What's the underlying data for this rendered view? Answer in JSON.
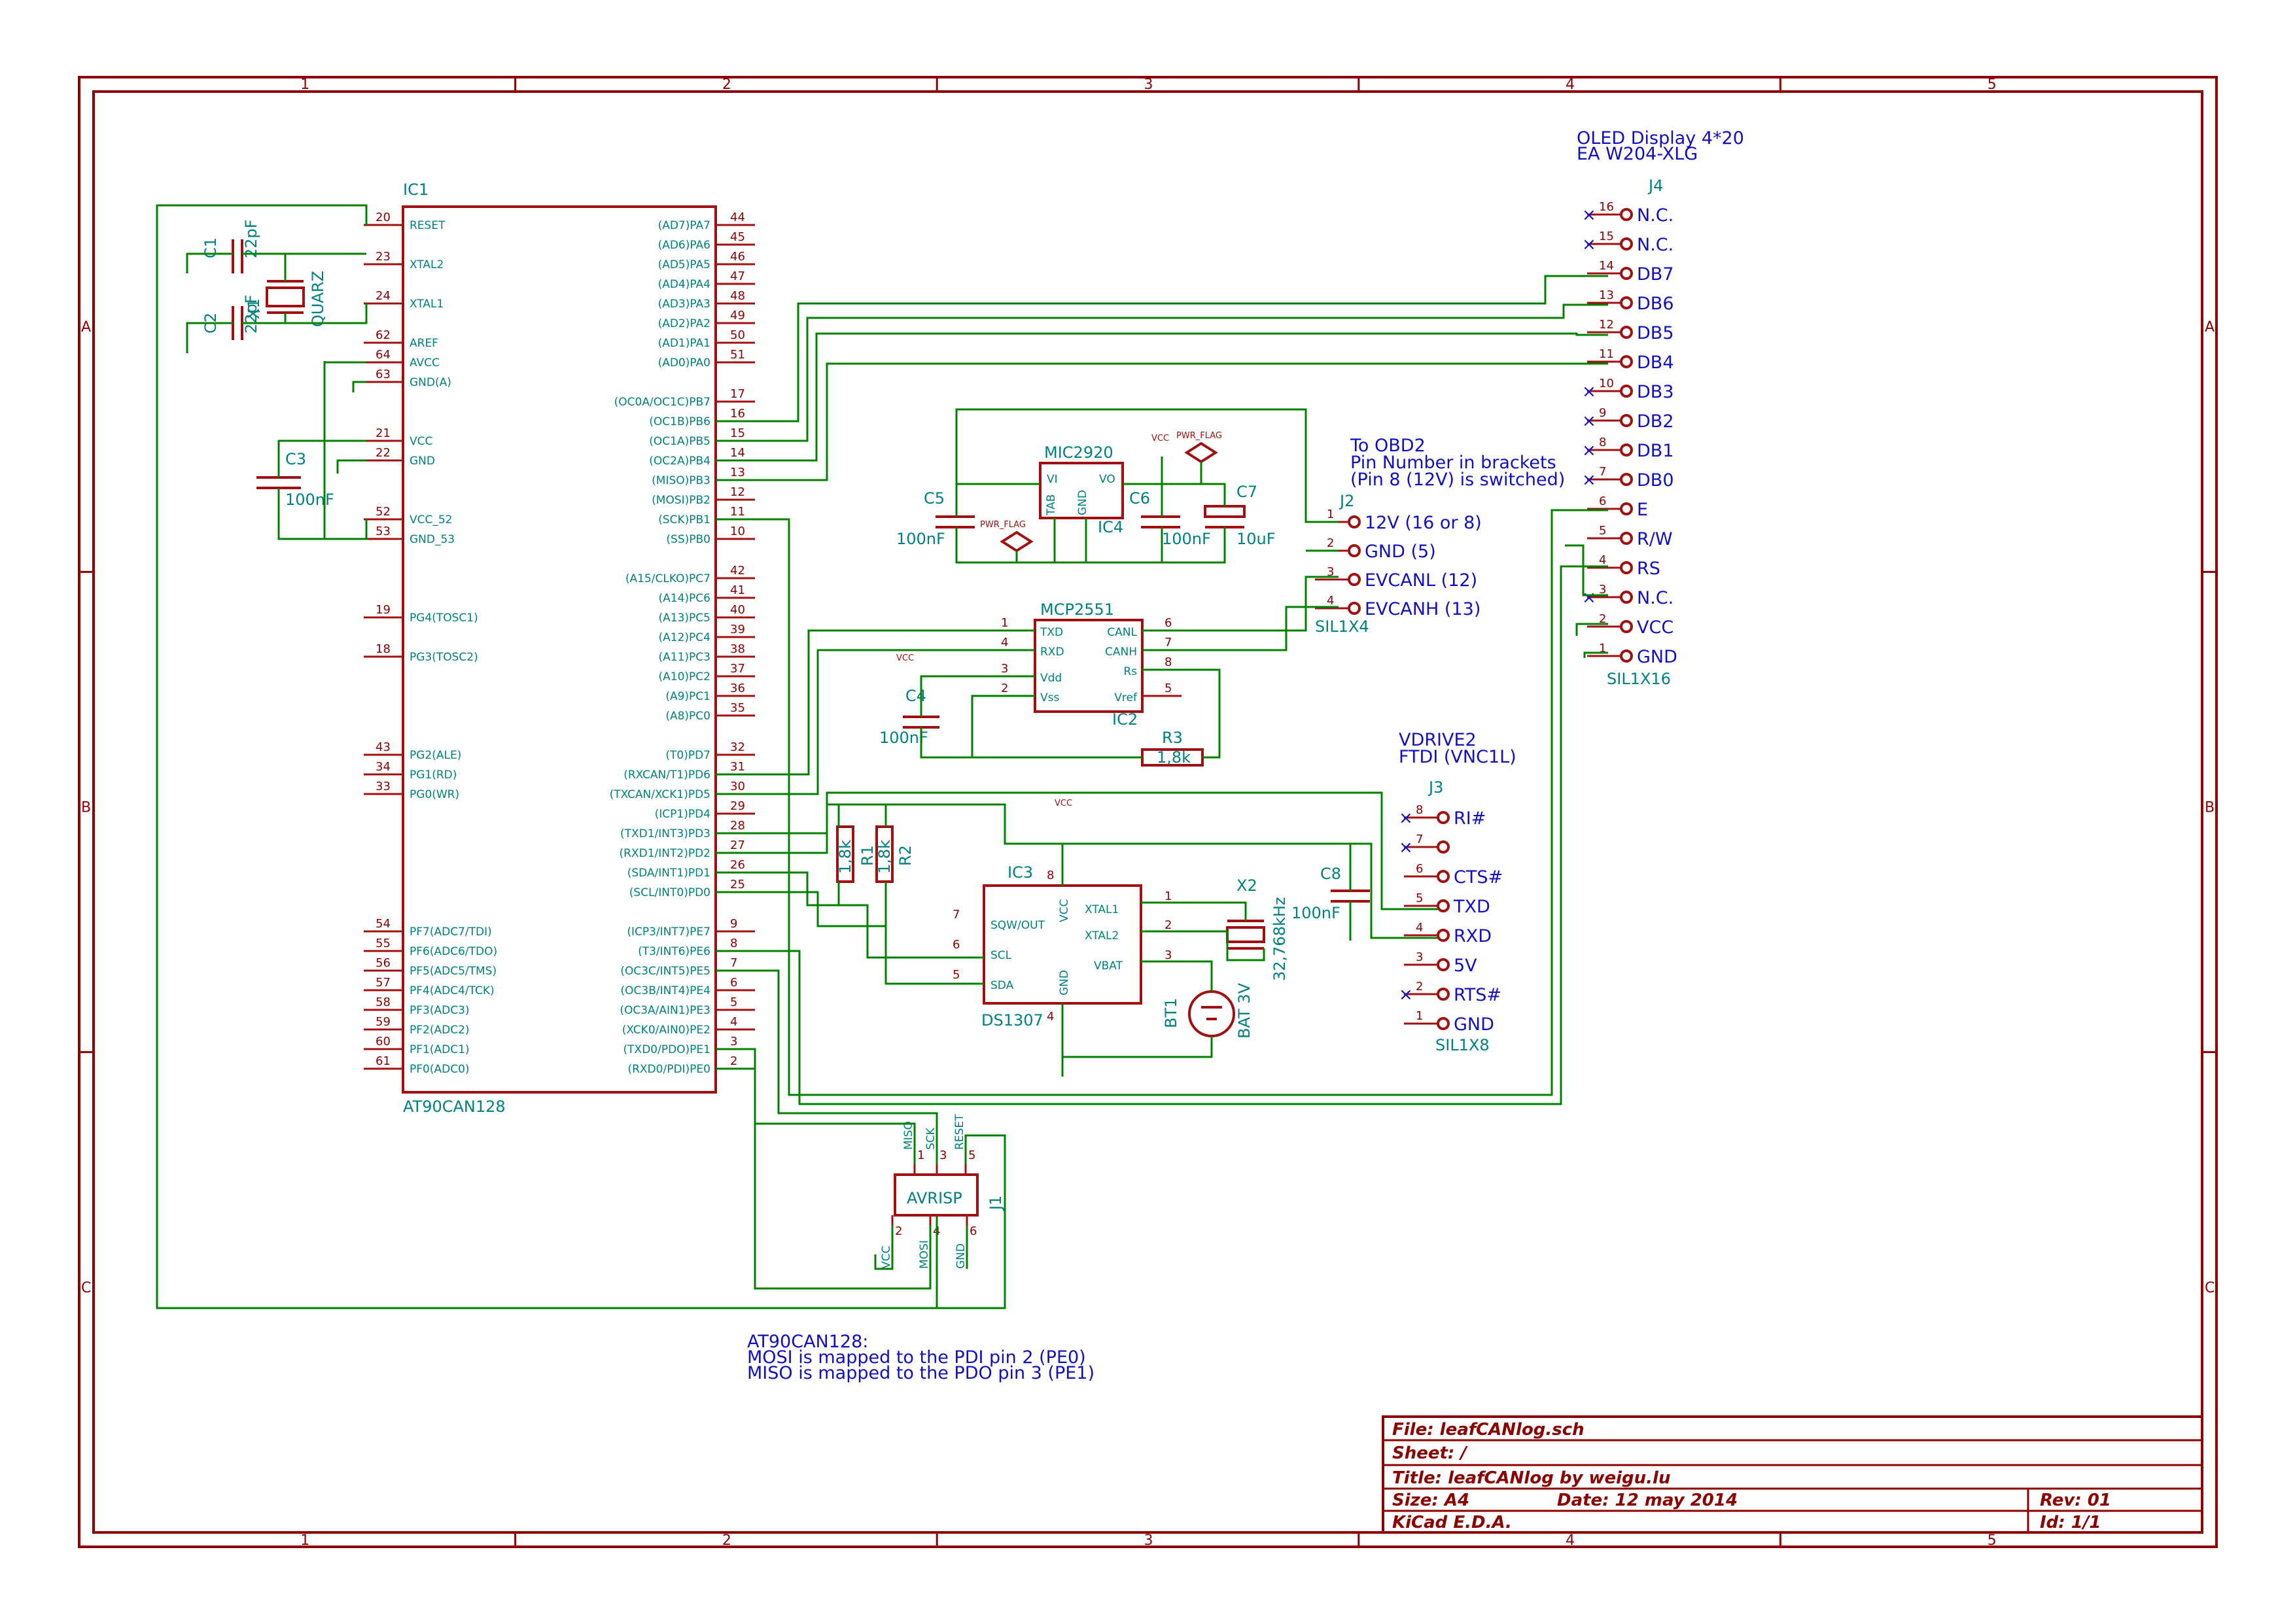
{
  "sheet": {
    "zones_top": [
      "1",
      "2",
      "3",
      "4",
      "5"
    ],
    "zones_side": [
      "A",
      "B",
      "C"
    ],
    "colors": {
      "frame": "#8b0000",
      "symbol": "#a01010",
      "wire": "#008000",
      "pin_label": "#008080",
      "note": "#1010c0"
    }
  },
  "ic1": {
    "ref": "IC1",
    "value": "AT90CAN128",
    "left_pins": [
      {
        "num": "20",
        "name": "RESET"
      },
      {
        "num": "23",
        "name": "XTAL2"
      },
      {
        "num": "24",
        "name": "XTAL1"
      },
      {
        "num": "62",
        "name": "AREF"
      },
      {
        "num": "64",
        "name": "AVCC"
      },
      {
        "num": "63",
        "name": "GND(A)"
      },
      {
        "num": "21",
        "name": "VCC"
      },
      {
        "num": "22",
        "name": "GND"
      },
      {
        "num": "52",
        "name": "VCC_52"
      },
      {
        "num": "53",
        "name": "GND_53"
      },
      {
        "num": "19",
        "name": "PG4(TOSC1)"
      },
      {
        "num": "18",
        "name": "PG3(TOSC2)"
      },
      {
        "num": "43",
        "name": "PG2(ALE)"
      },
      {
        "num": "34",
        "name": "PG1(RD)"
      },
      {
        "num": "33",
        "name": "PG0(WR)"
      },
      {
        "num": "54",
        "name": "PF7(ADC7/TDI)"
      },
      {
        "num": "55",
        "name": "PF6(ADC6/TDO)"
      },
      {
        "num": "56",
        "name": "PF5(ADC5/TMS)"
      },
      {
        "num": "57",
        "name": "PF4(ADC4/TCK)"
      },
      {
        "num": "58",
        "name": "PF3(ADC3)"
      },
      {
        "num": "59",
        "name": "PF2(ADC2)"
      },
      {
        "num": "60",
        "name": "PF1(ADC1)"
      },
      {
        "num": "61",
        "name": "PF0(ADC0)"
      }
    ],
    "right_pins": [
      {
        "num": "44",
        "name": "(AD7)PA7"
      },
      {
        "num": "45",
        "name": "(AD6)PA6"
      },
      {
        "num": "46",
        "name": "(AD5)PA5"
      },
      {
        "num": "47",
        "name": "(AD4)PA4"
      },
      {
        "num": "48",
        "name": "(AD3)PA3"
      },
      {
        "num": "49",
        "name": "(AD2)PA2"
      },
      {
        "num": "50",
        "name": "(AD1)PA1"
      },
      {
        "num": "51",
        "name": "(AD0)PA0"
      },
      {
        "num": "17",
        "name": "(OC0A/OC1C)PB7"
      },
      {
        "num": "16",
        "name": "(OC1B)PB6"
      },
      {
        "num": "15",
        "name": "(OC1A)PB5"
      },
      {
        "num": "14",
        "name": "(OC2A)PB4"
      },
      {
        "num": "13",
        "name": "(MISO)PB3"
      },
      {
        "num": "12",
        "name": "(MOSI)PB2"
      },
      {
        "num": "11",
        "name": "(SCK)PB1"
      },
      {
        "num": "10",
        "name": "(SS)PB0"
      },
      {
        "num": "42",
        "name": "(A15/CLKO)PC7"
      },
      {
        "num": "41",
        "name": "(A14)PC6"
      },
      {
        "num": "40",
        "name": "(A13)PC5"
      },
      {
        "num": "39",
        "name": "(A12)PC4"
      },
      {
        "num": "38",
        "name": "(A11)PC3"
      },
      {
        "num": "37",
        "name": "(A10)PC2"
      },
      {
        "num": "36",
        "name": "(A9)PC1"
      },
      {
        "num": "35",
        "name": "(A8)PC0"
      },
      {
        "num": "32",
        "name": "(T0)PD7"
      },
      {
        "num": "31",
        "name": "(RXCAN/T1)PD6"
      },
      {
        "num": "30",
        "name": "(TXCAN/XCK1)PD5"
      },
      {
        "num": "29",
        "name": "(ICP1)PD4"
      },
      {
        "num": "28",
        "name": "(TXD1/INT3)PD3"
      },
      {
        "num": "27",
        "name": "(RXD1/INT2)PD2"
      },
      {
        "num": "26",
        "name": "(SDA/INT1)PD1"
      },
      {
        "num": "25",
        "name": "(SCL/INT0)PD0"
      },
      {
        "num": "9",
        "name": "(ICP3/INT7)PE7"
      },
      {
        "num": "8",
        "name": "(T3/INT6)PE6"
      },
      {
        "num": "7",
        "name": "(OC3C/INT5)PE5"
      },
      {
        "num": "6",
        "name": "(OC3B/INT4)PE4"
      },
      {
        "num": "5",
        "name": "(OC3A/AIN1)PE3"
      },
      {
        "num": "4",
        "name": "(XCK0/AIN0)PE2"
      },
      {
        "num": "3",
        "name": "(TXD0/PDO)PE1"
      },
      {
        "num": "2",
        "name": "(RXD0/PDI)PE0"
      }
    ]
  },
  "passives": {
    "c1": {
      "ref": "C1",
      "value": "22pF"
    },
    "c2": {
      "ref": "C2",
      "value": "22pF"
    },
    "x1": {
      "ref": "X1",
      "value": "QUARZ"
    },
    "c3": {
      "ref": "C3",
      "value": "100nF"
    },
    "c4": {
      "ref": "C4",
      "value": "100nF"
    },
    "c5": {
      "ref": "C5",
      "value": "100nF"
    },
    "c6": {
      "ref": "C6",
      "value": "100nF"
    },
    "c7": {
      "ref": "C7",
      "value": "10uF"
    },
    "c8": {
      "ref": "C8",
      "value": "100nF"
    },
    "r1": {
      "ref": "R1",
      "value": "1,8k"
    },
    "r2": {
      "ref": "R2",
      "value": "1,8k"
    },
    "r3": {
      "ref": "R3",
      "value": "1,8k"
    },
    "x2": {
      "ref": "X2",
      "value": "32,768kHz"
    },
    "bt1": {
      "ref": "BT1",
      "value": "BAT 3V"
    }
  },
  "power": {
    "vcc": "VCC",
    "pwr_flag": "PWR_FLAG"
  },
  "ic4": {
    "ref": "IC4",
    "value": "MIC2920",
    "pins": {
      "vi": "VI",
      "vo": "VO",
      "tab": "TAB",
      "gnd": "GND"
    }
  },
  "ic2": {
    "ref": "IC2",
    "value": "MCP2551",
    "left": [
      {
        "num": "1",
        "name": "TXD"
      },
      {
        "num": "4",
        "name": "RXD"
      },
      {
        "num": "3",
        "name": "Vdd"
      },
      {
        "num": "2",
        "name": "Vss"
      }
    ],
    "right": [
      {
        "num": "6",
        "name": "CANL"
      },
      {
        "num": "7",
        "name": "CANH"
      },
      {
        "num": "8",
        "name": "Rs"
      },
      {
        "num": "5",
        "name": "Vref"
      }
    ]
  },
  "ic3": {
    "ref": "IC3",
    "value": "DS1307",
    "pins": {
      "sqw": "SQW/OUT",
      "scl": "SCL",
      "sda": "SDA",
      "vcc": "VCC",
      "gnd": "GND",
      "xtal1": "XTAL1",
      "xtal2": "XTAL2",
      "vbat": "VBAT"
    },
    "nums": {
      "sqw": "7",
      "scl": "6",
      "sda": "5",
      "vcc": "8",
      "gnd": "4",
      "xtal1": "1",
      "xtal2": "2",
      "vbat": "3"
    }
  },
  "j2": {
    "ref": "J2",
    "value": "SIL1X4",
    "title": [
      "To OBD2",
      "Pin Number in brackets",
      "(Pin 8 (12V) is switched)"
    ],
    "pins": [
      {
        "num": "1",
        "label": "12V (16 or 8)"
      },
      {
        "num": "2",
        "label": "GND (5)"
      },
      {
        "num": "3",
        "label": "EVCANL (12)"
      },
      {
        "num": "4",
        "label": "EVCANH (13)"
      }
    ]
  },
  "j4": {
    "ref": "J4",
    "value": "SIL1X16",
    "title": [
      "OLED Display 4*20",
      "EA W204-XLG"
    ],
    "pins": [
      {
        "num": "16",
        "label": "N.C."
      },
      {
        "num": "15",
        "label": "N.C."
      },
      {
        "num": "14",
        "label": "DB7"
      },
      {
        "num": "13",
        "label": "DB6"
      },
      {
        "num": "12",
        "label": "DB5"
      },
      {
        "num": "11",
        "label": "DB4"
      },
      {
        "num": "10",
        "label": "DB3"
      },
      {
        "num": "9",
        "label": "DB2"
      },
      {
        "num": "8",
        "label": "DB1"
      },
      {
        "num": "7",
        "label": "DB0"
      },
      {
        "num": "6",
        "label": "E"
      },
      {
        "num": "5",
        "label": "R/W"
      },
      {
        "num": "4",
        "label": "RS"
      },
      {
        "num": "3",
        "label": "N.C."
      },
      {
        "num": "2",
        "label": "VCC"
      },
      {
        "num": "1",
        "label": "GND"
      }
    ]
  },
  "j3": {
    "ref": "J3",
    "value": "SIL1X8",
    "title": [
      "VDRIVE2",
      "FTDI   (VNC1L)"
    ],
    "pins": [
      {
        "num": "8",
        "label": "RI#"
      },
      {
        "num": "7",
        "label": ""
      },
      {
        "num": "6",
        "label": "CTS#"
      },
      {
        "num": "5",
        "label": "TXD"
      },
      {
        "num": "4",
        "label": "RXD"
      },
      {
        "num": "3",
        "label": "5V"
      },
      {
        "num": "2",
        "label": "RTS#"
      },
      {
        "num": "1",
        "label": "GND"
      }
    ]
  },
  "j1": {
    "ref": "J1",
    "value": "AVRISP",
    "top": [
      {
        "num": "1",
        "name": "MISO"
      },
      {
        "num": "3",
        "name": "SCK"
      },
      {
        "num": "5",
        "name": "RESET"
      }
    ],
    "bottom": [
      {
        "num": "2",
        "name": "VCC"
      },
      {
        "num": "4",
        "name": "MOSI"
      },
      {
        "num": "6",
        "name": "GND"
      }
    ]
  },
  "note": [
    "AT90CAN128:",
    "MOSI is mapped to the PDI pin 2 (PE0)",
    "MISO is mapped to the PDO pin 3 (PE1)"
  ],
  "title_block": {
    "file": "File: leafCANlog.sch",
    "sheet": "Sheet: /",
    "title": "Title: leafCANlog by weigu.lu",
    "size": "Size: A4",
    "date": "Date: 12 may 2014",
    "rev": "Rev: 01",
    "tool": "KiCad E.D.A.",
    "id": "Id: 1/1"
  }
}
